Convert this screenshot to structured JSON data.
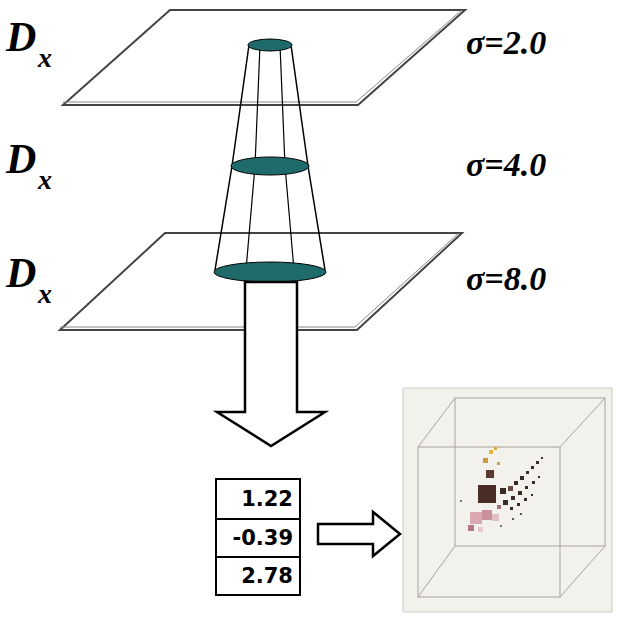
{
  "diagram": {
    "nodes": [
      {
        "text": [
          "1.22",
          "-0.39",
          "2.78"
        ]
      }
    ],
    "labels": [
      "D",
      "x",
      "σ=2.0",
      "D",
      "x",
      "σ=4.0",
      "D",
      "x",
      "σ=8.0"
    ]
  }
}
